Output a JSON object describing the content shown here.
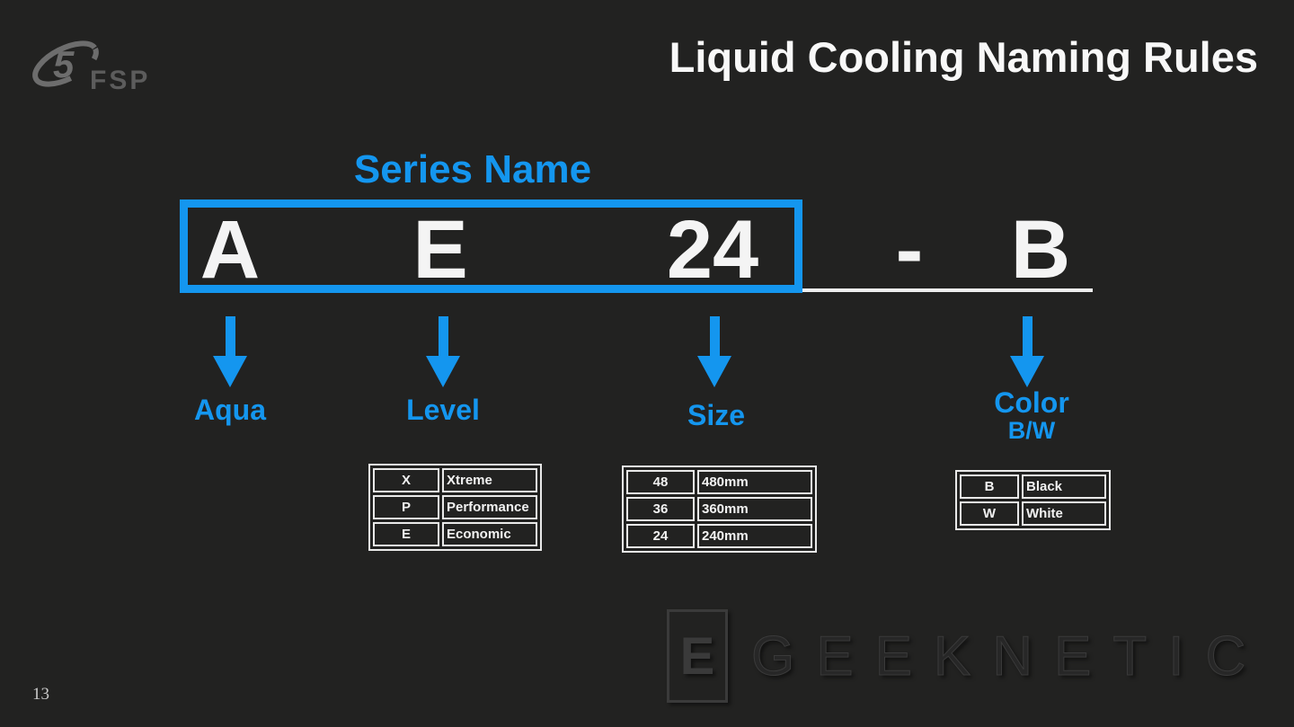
{
  "slide": {
    "background_color": "#222221",
    "accent_blue": "#1496ef",
    "logo": {
      "brand": "FSP",
      "emblem": "fsp-swoosh-5-icon"
    },
    "title": "Liquid Cooling Naming Rules",
    "series_label": "Series Name",
    "naming": {
      "segments": [
        "A",
        "E",
        "24"
      ],
      "separator": "-",
      "suffix": "B"
    },
    "annotations": [
      {
        "label": "Aqua",
        "sublabel": ""
      },
      {
        "label": "Level",
        "sublabel": ""
      },
      {
        "label": "Size",
        "sublabel": ""
      },
      {
        "label": "Color",
        "sublabel": "B/W"
      }
    ],
    "tables": {
      "level": {
        "rows": [
          [
            "X",
            "Xtreme"
          ],
          [
            "P",
            "Performance"
          ],
          [
            "E",
            "Economic"
          ]
        ]
      },
      "size": {
        "rows": [
          [
            "48",
            "480mm"
          ],
          [
            "36",
            "360mm"
          ],
          [
            "24",
            "240mm"
          ]
        ]
      },
      "color": {
        "rows": [
          [
            "B",
            "Black"
          ],
          [
            "W",
            "White"
          ]
        ]
      }
    },
    "watermark": {
      "badge_letter": "E",
      "text": "GEEKNETIC"
    },
    "page_number": "13"
  }
}
